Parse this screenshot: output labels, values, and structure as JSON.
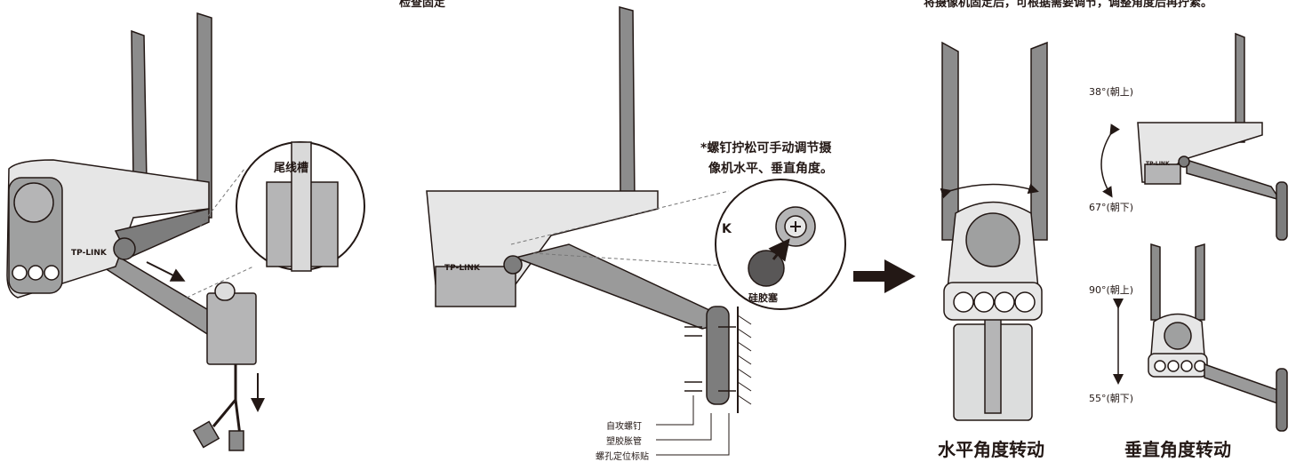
{
  "panel1": {
    "callout_label": "尾线槽",
    "brand": "TP-LINK"
  },
  "panel2": {
    "note_line1": "*螺钉拧松可手动调节摄",
    "note_line2": "像机水平、垂直角度。",
    "plug_label": "硅胶塞",
    "brand": "TP-LINK",
    "brand_fragment": "K",
    "parts": [
      "自攻螺钉",
      "塑胶胀管",
      "螺孔定位标贴"
    ]
  },
  "top_cut_left": "检查固定",
  "top_cut_right": "将摄像机固定后，可根据需要调节，调整角度后再拧紧。",
  "panel3": {
    "caption": "水平角度转动"
  },
  "panel4": {
    "caption": "垂直角度转动",
    "brand": "TP-LINK",
    "angles": {
      "tilt_up": "38°(朝上)",
      "tilt_down": "67°(朝下)",
      "front_up": "90°(朝上)",
      "front_down": "55°(朝下)"
    }
  },
  "colors": {
    "outline": "#231815",
    "body_light": "#e6e6e6",
    "body_mid": "#b5b5b6",
    "body_dark": "#7d7d7d",
    "lens": "#9fa0a0"
  }
}
